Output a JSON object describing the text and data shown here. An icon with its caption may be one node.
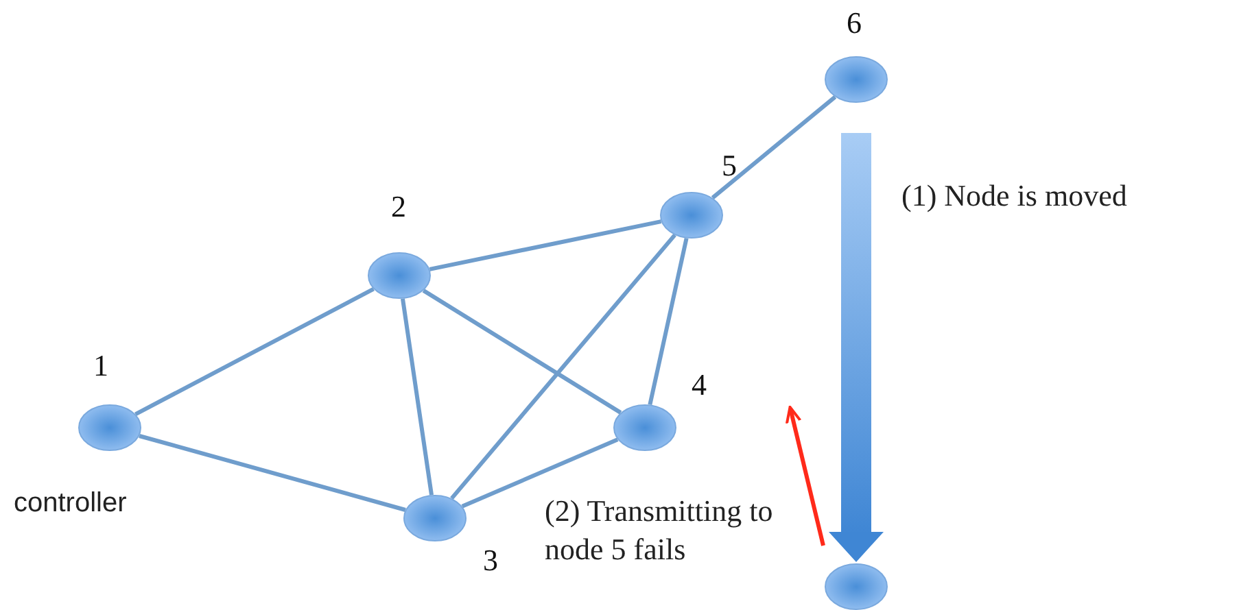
{
  "diagram": {
    "nodes": [
      {
        "text": [
          "1"
        ],
        "beside": [
          "controller"
        ]
      },
      {
        "text": [
          "2"
        ]
      },
      {
        "text": [
          "3"
        ]
      },
      {
        "text": [
          "4"
        ]
      },
      {
        "text": [
          "5"
        ]
      },
      {
        "text": [
          "6"
        ]
      },
      {
        "text": [],
        "shape": "circle"
      }
    ],
    "edges": [
      {
        "from": 0,
        "to": 1,
        "arrow": "none"
      },
      {
        "from": 0,
        "to": 2,
        "arrow": "none"
      },
      {
        "from": 1,
        "to": 2,
        "arrow": "none"
      },
      {
        "from": 1,
        "to": 3,
        "arrow": "none"
      },
      {
        "from": 1,
        "to": 4,
        "arrow": "none"
      },
      {
        "from": 2,
        "to": 3,
        "arrow": "none"
      },
      {
        "from": 2,
        "to": 4,
        "arrow": "none"
      },
      {
        "from": 3,
        "to": 4,
        "arrow": "none"
      },
      {
        "from": 4,
        "to": 5,
        "arrow": "none"
      },
      {
        "from": 5,
        "to": 6,
        "arrow": "to",
        "style": "thick"
      },
      {
        "from": 6,
        "to": null,
        "arrow": "to",
        "color": "#ff2a1a",
        "label": "(2) Transmitting to node 5 fails"
      }
    ],
    "labels": [
      "(1) Node is moved"
    ]
  }
}
